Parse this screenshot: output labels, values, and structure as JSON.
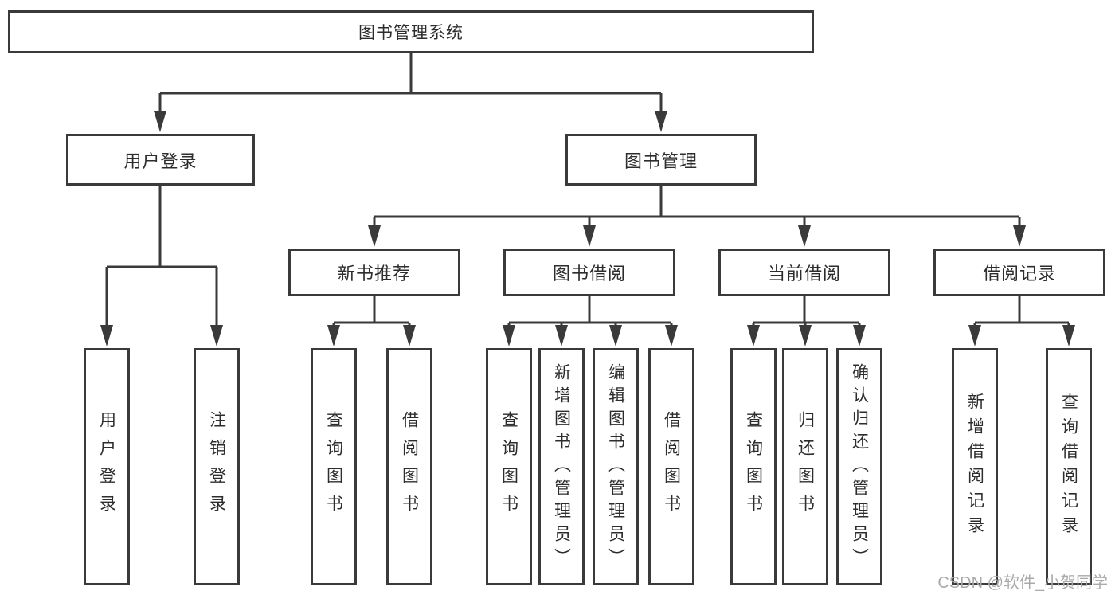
{
  "tree": {
    "root": {
      "label": "图书管理系统"
    },
    "children": [
      {
        "label": "用户登录",
        "children": [
          {
            "label": "用户登录"
          },
          {
            "label": "注销登录"
          }
        ]
      },
      {
        "label": "图书管理",
        "children": [
          {
            "label": "新书推荐",
            "children": [
              {
                "label": "查询图书"
              },
              {
                "label": "借阅图书"
              }
            ]
          },
          {
            "label": "图书借阅",
            "children": [
              {
                "label": "查询图书"
              },
              {
                "label": "新增图书（管理员）"
              },
              {
                "label": "编辑图书（管理员）"
              },
              {
                "label": "借阅图书"
              }
            ]
          },
          {
            "label": "当前借阅",
            "children": [
              {
                "label": "查询图书"
              },
              {
                "label": "归还图书"
              },
              {
                "label": "确认归还（管理员）"
              }
            ]
          },
          {
            "label": "借阅记录",
            "children": [
              {
                "label": "新增借阅记录"
              },
              {
                "label": "查询借阅记录"
              }
            ]
          }
        ]
      }
    ]
  },
  "watermark": {
    "text": "CSDN @软件_小贺同学"
  },
  "colors": {
    "line": "#3a3a3a",
    "text": "#2d2d2d",
    "background": "#ffffff",
    "watermark": "#a9a9a9"
  }
}
